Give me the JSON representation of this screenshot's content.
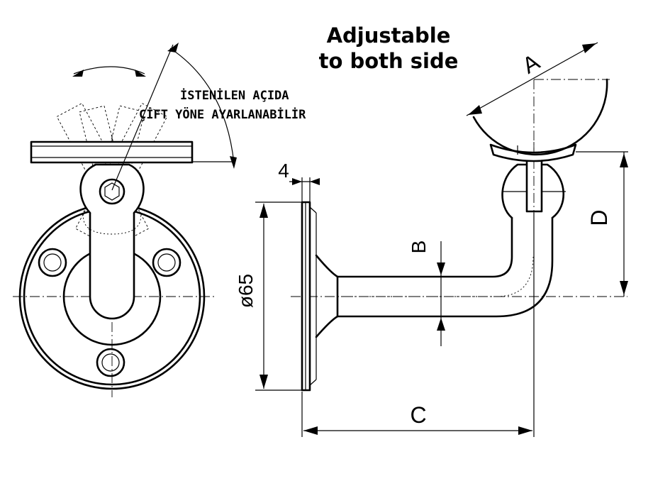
{
  "title_line1": "Adjustable",
  "title_line2": "to both side",
  "note_line1": "İSTENİLEN AÇIDA",
  "note_line2": "ÇİFT YÖNE AYARLANABİLİR",
  "dimensions": {
    "thickness": "4",
    "diameter": "ø65",
    "a": "A",
    "b": "B",
    "c": "C",
    "d": "D"
  }
}
